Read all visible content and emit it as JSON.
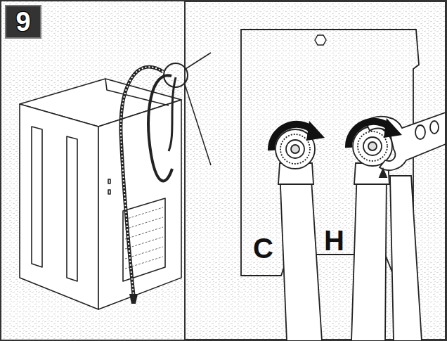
{
  "diagram": {
    "nodes": [
      {
        "text": [
          "9"
        ]
      }
    ],
    "labels": [
      "C",
      "H"
    ]
  }
}
